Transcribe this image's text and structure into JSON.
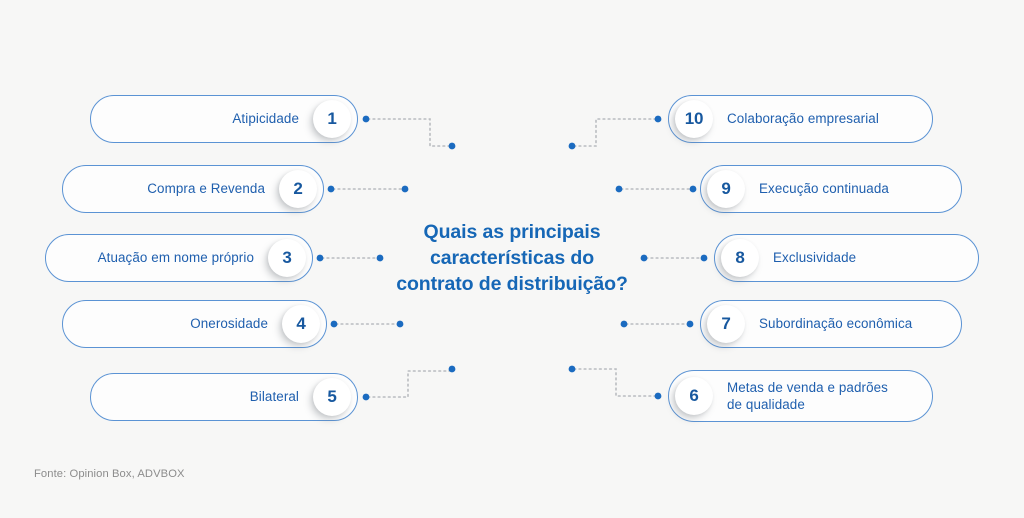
{
  "background_color": "#f7f7f6",
  "accent_color": "#1f5fae",
  "border_color": "#5b93d4",
  "title_color": "#1667b6",
  "dot_color": "#1b6bc0",
  "dash_color": "#b9bcc0",
  "center": {
    "title": "Quais as principais\ncaracterísticas do\ncontrato de distribuição?"
  },
  "source": {
    "text": "Fonte: Opinion Box, ADVBOX"
  },
  "left_column": {
    "items": [
      {
        "number": "1",
        "label": "Atipicidade"
      },
      {
        "number": "2",
        "label": "Compra e Revenda"
      },
      {
        "number": "3",
        "label": "Atuação em nome próprio"
      },
      {
        "number": "4",
        "label": "Onerosidade"
      },
      {
        "number": "5",
        "label": "Bilateral"
      }
    ]
  },
  "right_column": {
    "items": [
      {
        "number": "10",
        "label": "Colaboração empresarial"
      },
      {
        "number": "9",
        "label": "Execução continuada"
      },
      {
        "number": "8",
        "label": "Exclusividade"
      },
      {
        "number": "7",
        "label": "Subordinação econômica"
      },
      {
        "number": "6",
        "label": "Metas de venda e padrões\nde qualidade"
      }
    ]
  }
}
